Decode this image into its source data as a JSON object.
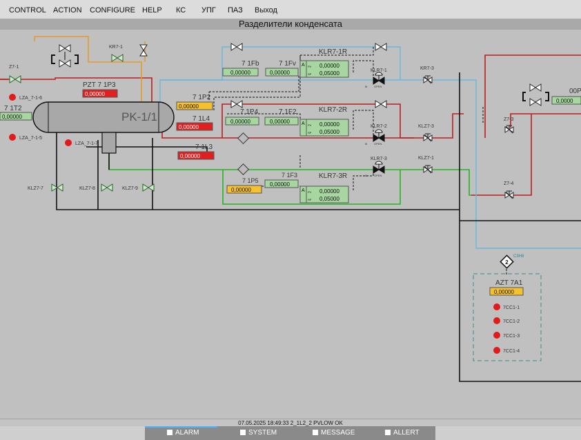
{
  "menu": [
    "CONTROL",
    "ACTION",
    "CONFIGURE",
    "HELP",
    "КС",
    "УПГ",
    "ПАЗ",
    "Выход"
  ],
  "title": "Разделители конденсата",
  "vessel": {
    "label": "PK-1/1"
  },
  "labels": {
    "z7_1": "Z7-1",
    "kr7_1": "KR7-1",
    "pzt": "PZT 7 1P3",
    "lza6": "LZA_7-1-6",
    "lza5": "LZA_7-1-5",
    "lza7": "LZA_7-1-7",
    "t2": "7 1T2",
    "p2": "7 1P2",
    "l4": "7 1L4",
    "l3": "7 1L3",
    "klz77": "KLZ7-7",
    "klz78": "KLZ7-8",
    "klz79": "KLZ7-9",
    "fb": "7 1Fb",
    "fv": "7 1Fv",
    "p4": "7 1P4",
    "f2": "7 1F2",
    "p5": "7 1P5",
    "f3": "7 1F3",
    "klr1_title": "KLR7-1R",
    "klr2_title": "KLR7-2R",
    "klr3_title": "KLR7-3R",
    "klr71": "KLR7-1",
    "klr72": "KLR7-2",
    "klr73": "KLR7-3",
    "kr73": "KR7-3",
    "klz73": "KLZ7-3",
    "klz71": "KLZ7-1",
    "z73": "Z7-3",
    "z74": "Z7-4",
    "azt": "AZT 7A1",
    "c3h8": "C3H8",
    "cc1": "7CC1-1",
    "cc2": "7CC1-2",
    "cc3": "7CC1-3",
    "cc4": "7CC1-4",
    "oop": "00P",
    "stat_a": "A",
    "stat_pv": "PV",
    "stat_sp": "SP",
    "valve_open": "OPEN",
    "valve_m": "M",
    "diamond_num": "2"
  },
  "values": {
    "t2": "0,00000",
    "pzt": "0,00000",
    "p2": "0,00000",
    "l4": "0,00000",
    "l3": "0,00000",
    "fb": "0,00000",
    "fv": "0,00000",
    "p4": "0,00000",
    "f2": "0,00000",
    "p5": "0,00000",
    "f3": "0,00000",
    "klr1_pv": "0,00000",
    "klr1_sp": "0,05000",
    "klr2_pv": "0,00000",
    "klr2_sp": "0,05000",
    "klr3_pv": "0,00000",
    "klr3_sp": "0,05000",
    "azt": "0,00000",
    "right": "0,0000"
  },
  "status_line": "07.05.2025 18:49:33  2_1L2_2 PVLOW OK",
  "tabs": [
    "ALARM",
    "SYSTEM",
    "MESSAGE",
    "ALLERT"
  ],
  "colors": {
    "pipe_red": "#b81e1e",
    "pipe_orange": "#e39a2a",
    "pipe_blue": "#69b8dd",
    "pipe_green": "#22b521",
    "indicator_red": "#e11a1a",
    "value_green": "#a7d6a1",
    "value_yellow": "#f6c12f",
    "value_red": "#e02020",
    "tab_accent": "#4bb5ff"
  }
}
